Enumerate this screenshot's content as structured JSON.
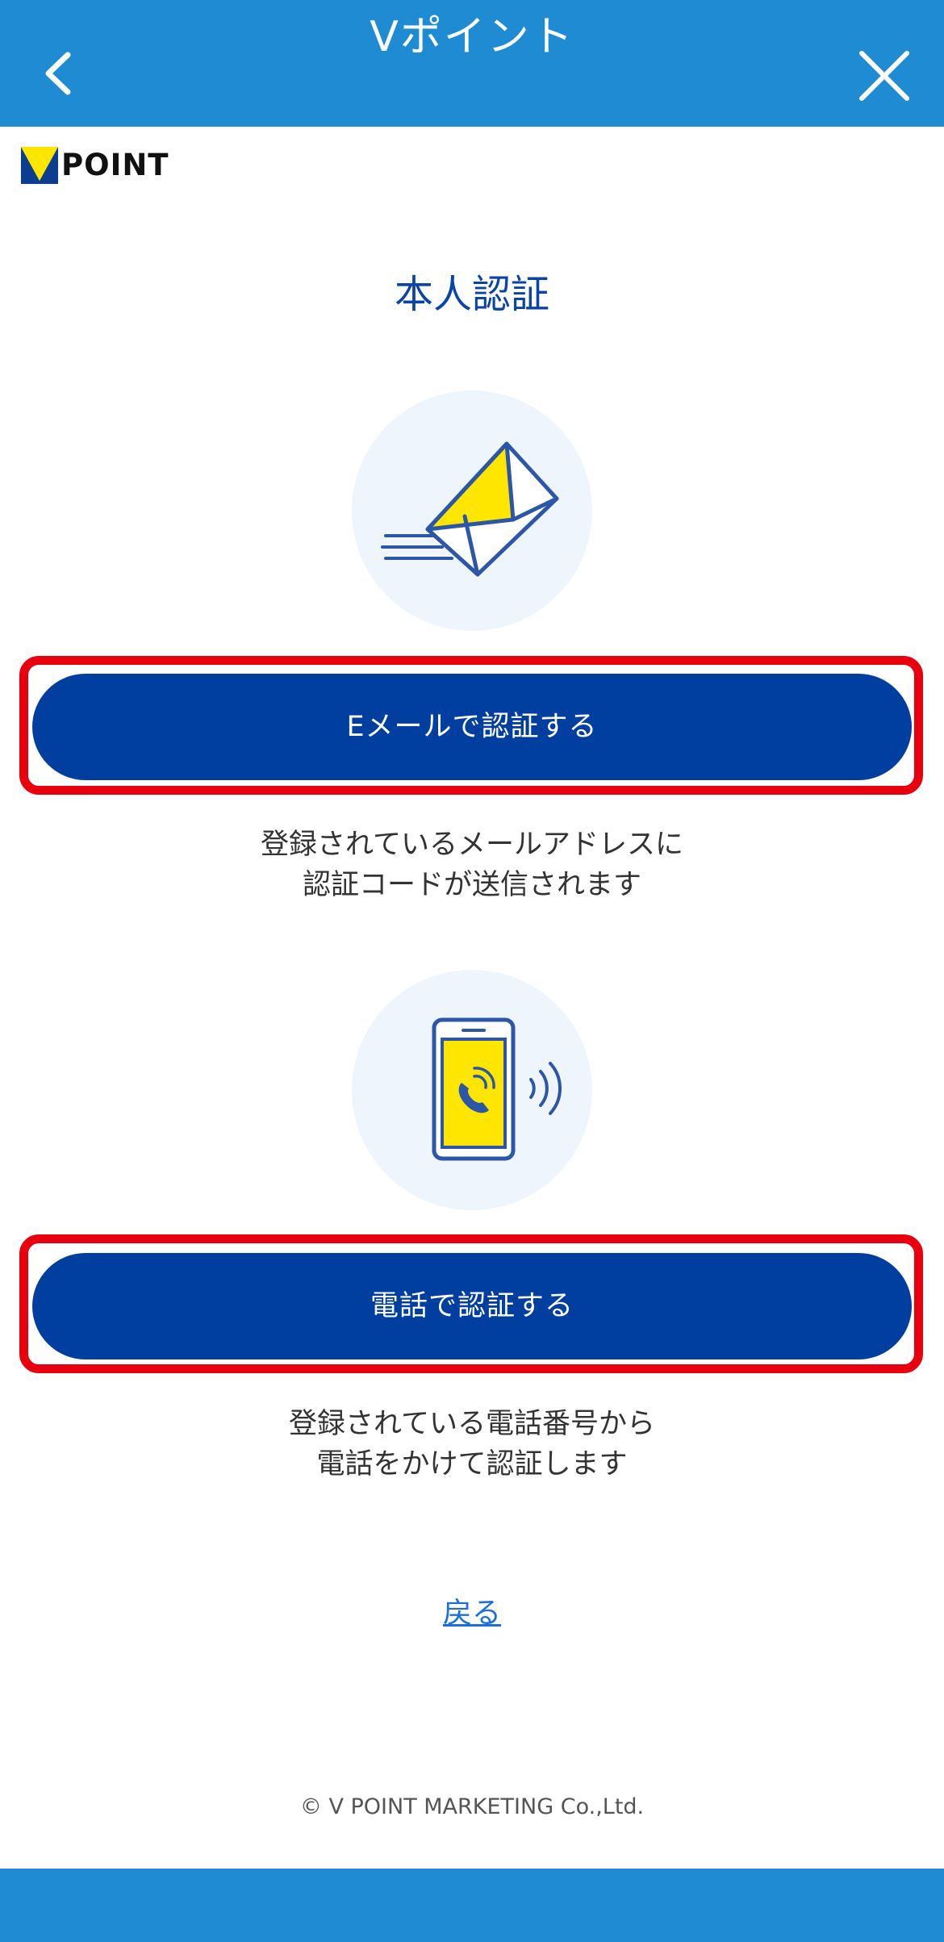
{
  "header": {
    "title": "Vポイント",
    "back_icon": "chevron-left-icon",
    "close_icon": "close-icon",
    "background_color": "#1f8bd2"
  },
  "logo": {
    "text": "POINT",
    "mark_icon": "v-logo-icon"
  },
  "page": {
    "title": "本人認証"
  },
  "email_auth": {
    "illustration_icon": "envelope-icon",
    "button_label": "Eメールで認証する",
    "description_line1": "登録されているメールアドレスに",
    "description_line2": "認証コードが送信されます"
  },
  "phone_auth": {
    "illustration_icon": "phone-call-icon",
    "button_label": "電話で認証する",
    "description_line1": "登録されている電話番号から",
    "description_line2": "電話をかけて認証します"
  },
  "back_link": {
    "label": "戻る"
  },
  "footer": {
    "copyright": "© V POINT MARKETING Co.,Ltd."
  },
  "colors": {
    "primary_button": "#003fa0",
    "highlight_frame": "#e8000e",
    "accent_yellow": "#ffe600",
    "link": "#1a6fe0"
  }
}
